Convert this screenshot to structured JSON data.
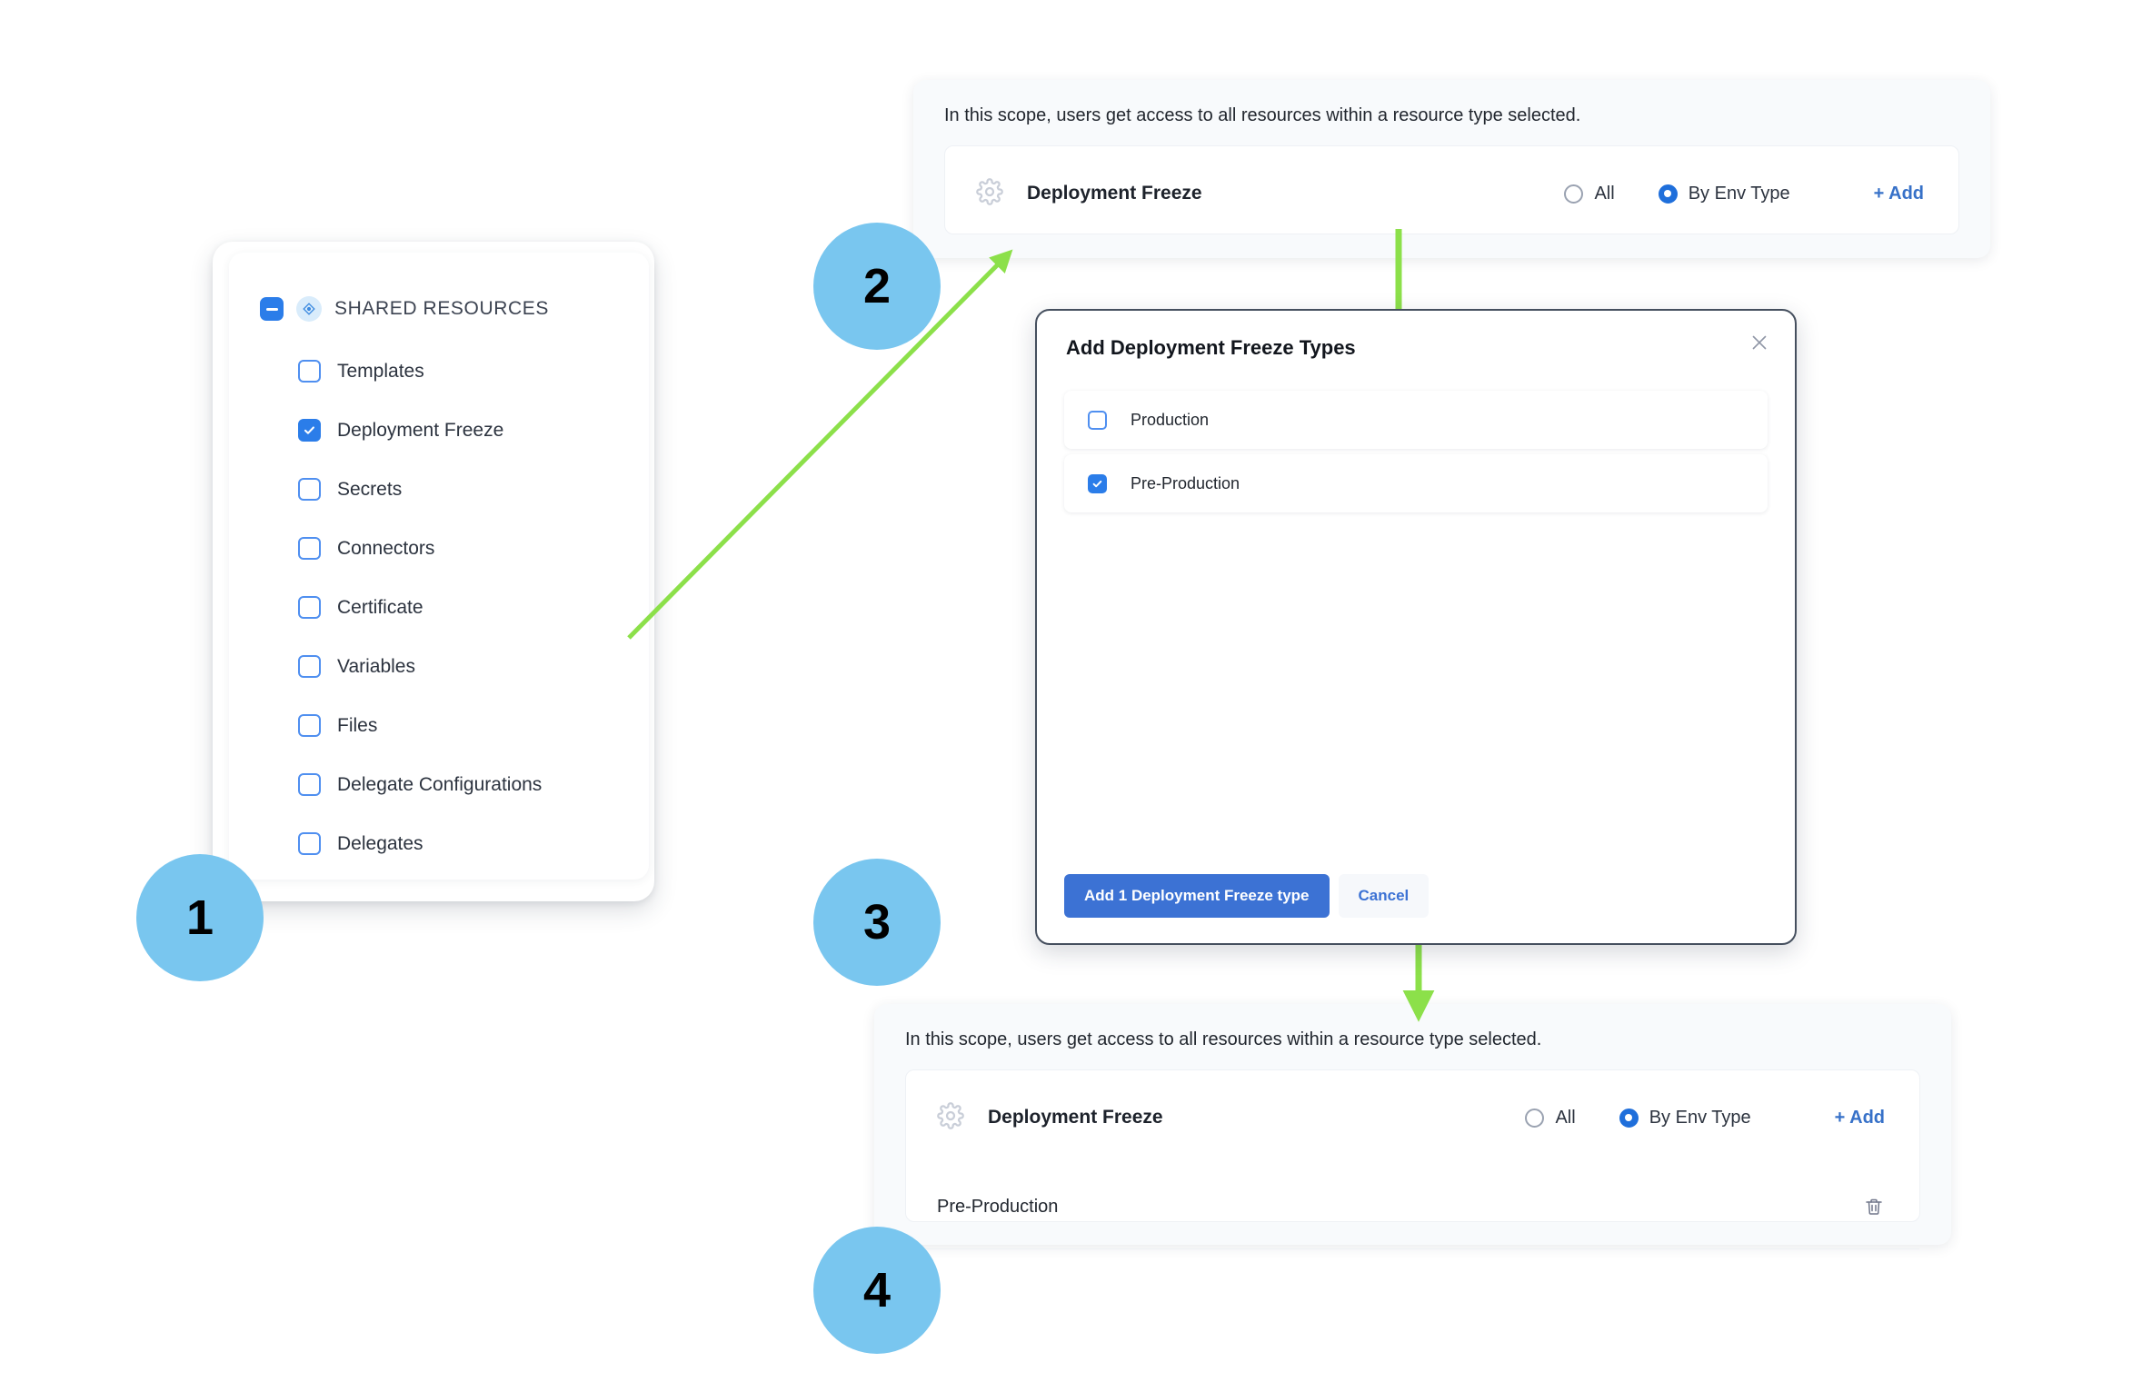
{
  "accent": {
    "blue": "#2b7de9",
    "link_blue": "#3771c8",
    "badge_blue": "#79c6ef",
    "arrow_green": "#8ce04a",
    "modal_border": "#454f5e"
  },
  "steps": [
    {
      "number": "1"
    },
    {
      "number": "2"
    },
    {
      "number": "3"
    },
    {
      "number": "4"
    }
  ],
  "left_panel": {
    "group_title": "SHARED RESOURCES",
    "collapse_icon": "minus-square-icon",
    "group_icon": "resource-diamond-icon",
    "items": [
      {
        "label": "Templates",
        "checked": false
      },
      {
        "label": "Deployment Freeze",
        "checked": true
      },
      {
        "label": "Secrets",
        "checked": false
      },
      {
        "label": "Connectors",
        "checked": false
      },
      {
        "label": "Certificate",
        "checked": false
      },
      {
        "label": "Variables",
        "checked": false
      },
      {
        "label": "Files",
        "checked": false
      },
      {
        "label": "Delegate Configurations",
        "checked": false
      },
      {
        "label": "Delegates",
        "checked": false
      }
    ]
  },
  "scope_panel_top": {
    "description": "In this scope, users get access to all resources within a resource type selected.",
    "resource_icon": "gear-icon",
    "resource_name": "Deployment Freeze",
    "radios": [
      {
        "label": "All",
        "selected": false
      },
      {
        "label": "By Env Type",
        "selected": true
      }
    ],
    "add_label": "+ Add"
  },
  "modal": {
    "title": "Add Deployment Freeze Types",
    "close_icon": "close-icon",
    "options": [
      {
        "label": "Production",
        "checked": false
      },
      {
        "label": "Pre-Production",
        "checked": true
      }
    ],
    "primary_button": "Add 1 Deployment Freeze type",
    "cancel_button": "Cancel"
  },
  "scope_panel_bottom": {
    "description": "In this scope, users get access to all resources within a resource type selected.",
    "resource_icon": "gear-icon",
    "resource_name": "Deployment Freeze",
    "radios": [
      {
        "label": "All",
        "selected": false
      },
      {
        "label": "By Env Type",
        "selected": true
      }
    ],
    "add_label": "+ Add",
    "selected_rows": [
      {
        "label": "Pre-Production",
        "delete_icon": "trash-icon"
      }
    ]
  }
}
